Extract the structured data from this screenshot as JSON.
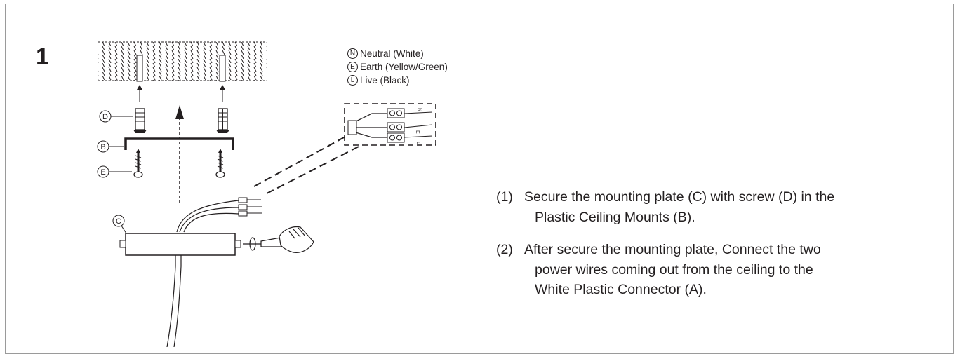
{
  "step_number": "1",
  "callouts": {
    "D": "D",
    "B": "B",
    "E": "E",
    "C": "C"
  },
  "legend": [
    {
      "letter": "N",
      "label": "Neutral (White)"
    },
    {
      "letter": "E",
      "label": "Earth (Yellow/Green)"
    },
    {
      "letter": "L",
      "label": "Live (Black)"
    }
  ],
  "terminal_marks": {
    "n": "N",
    "e": "E",
    "l": "L"
  },
  "instructions": [
    {
      "number": "(1)",
      "lines": [
        "Secure the mounting plate (C) with screw (D) in the",
        "Plastic Ceiling Mounts (B)."
      ]
    },
    {
      "number": "(2)",
      "lines": [
        "After secure the mounting plate, Connect the two",
        "power wires coming out from the ceiling to the",
        "White Plastic Connector (A)."
      ]
    }
  ],
  "colors": {
    "ink": "#231f20",
    "frame": "#9a9a9a"
  }
}
